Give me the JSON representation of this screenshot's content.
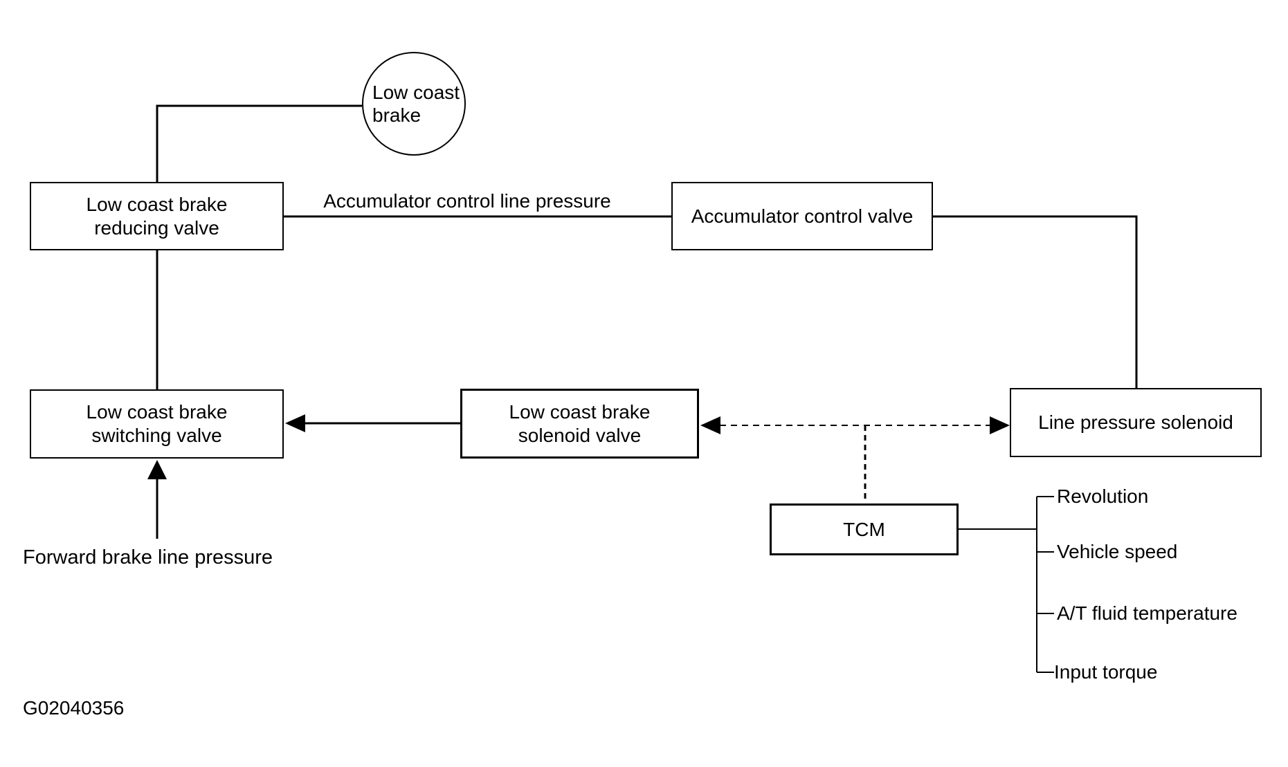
{
  "figure": {
    "code": "G02040356"
  },
  "nodes": {
    "low_coast_brake_circle": {
      "line1": "Low coast",
      "line2": "brake"
    },
    "reducing_valve": {
      "line1": "Low coast brake",
      "line2": "reducing valve"
    },
    "accumulator_valve": {
      "label": "Accumulator control valve"
    },
    "switching_valve": {
      "line1": "Low coast brake",
      "line2": "switching valve"
    },
    "solenoid_valve": {
      "line1": "Low coast brake",
      "line2": "solenoid valve"
    },
    "line_pressure_solenoid": {
      "label": "Line pressure solenoid"
    },
    "tcm": {
      "label": "TCM"
    }
  },
  "labels": {
    "accumulator_line_pressure": "Accumulator control line pressure",
    "forward_brake": "Forward brake line pressure"
  },
  "tcm_outputs": [
    "Revolution",
    "Vehicle speed",
    "A/T fluid temperature",
    "Input torque"
  ],
  "colors": {
    "line": "#000000",
    "background": "#ffffff",
    "text": "#000000"
  }
}
